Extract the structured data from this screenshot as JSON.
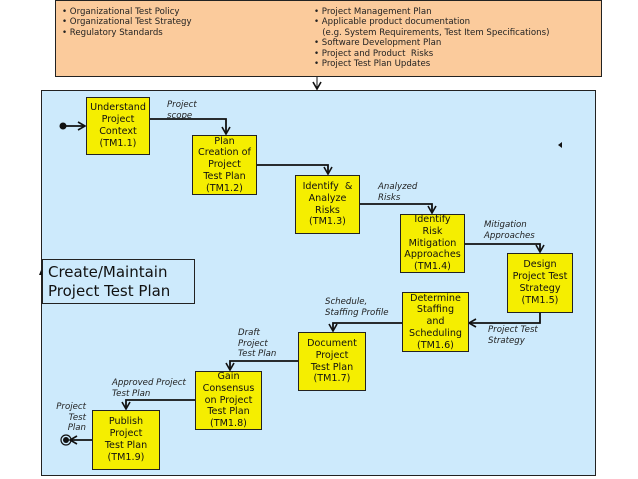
{
  "inputs": {
    "left": [
      "• Organizational Test Policy",
      "• Organizational Test Strategy",
      "• Regulatory Standards"
    ],
    "right": [
      "• Project Management Plan",
      "• Applicable product documentation",
      "   (e.g. System Requirements, Test Item Specifications)",
      "• Software Development Plan",
      "• Project and Product  Risks",
      "• Project Test Plan Updates"
    ]
  },
  "title": "Create/Maintain\nProject Test Plan",
  "activities": [
    {
      "id": "TM1.1",
      "label": "Understand\nProject\nContext\n(TM1.1)"
    },
    {
      "id": "TM1.2",
      "label": "Plan\nCreation of\nProject\nTest Plan\n(TM1.2)"
    },
    {
      "id": "TM1.3",
      "label": "Identify  &\nAnalyze\nRisks\n(TM1.3)"
    },
    {
      "id": "TM1.4",
      "label": "Identify\nRisk\nMitigation\nApproaches\n(TM1.4)"
    },
    {
      "id": "TM1.5",
      "label": "Design\nProject Test\nStrategy\n(TM1.5)"
    },
    {
      "id": "TM1.6",
      "label": "Determine\nStaffing\nand\nScheduling\n(TM1.6)"
    },
    {
      "id": "TM1.7",
      "label": "Document\nProject\nTest Plan\n(TM1.7)"
    },
    {
      "id": "TM1.8",
      "label": "Gain\nConsensus\non Project\nTest Plan\n(TM1.8)"
    },
    {
      "id": "TM1.9",
      "label": "Publish\nProject\nTest Plan\n(TM1.9)"
    }
  ],
  "flow_labels": {
    "scope": "Project\nscope",
    "risks": "Analyzed\nRisks",
    "mitigation": "Mitigation\nApproaches",
    "strategy": "Project Test\nStrategy",
    "schedule": "Schedule,\nStaffing Profile",
    "draft": "Draft\nProject\nTest Plan",
    "approved": "Approved Project\nTest Plan",
    "output": "Project\nTest\nPlan"
  }
}
